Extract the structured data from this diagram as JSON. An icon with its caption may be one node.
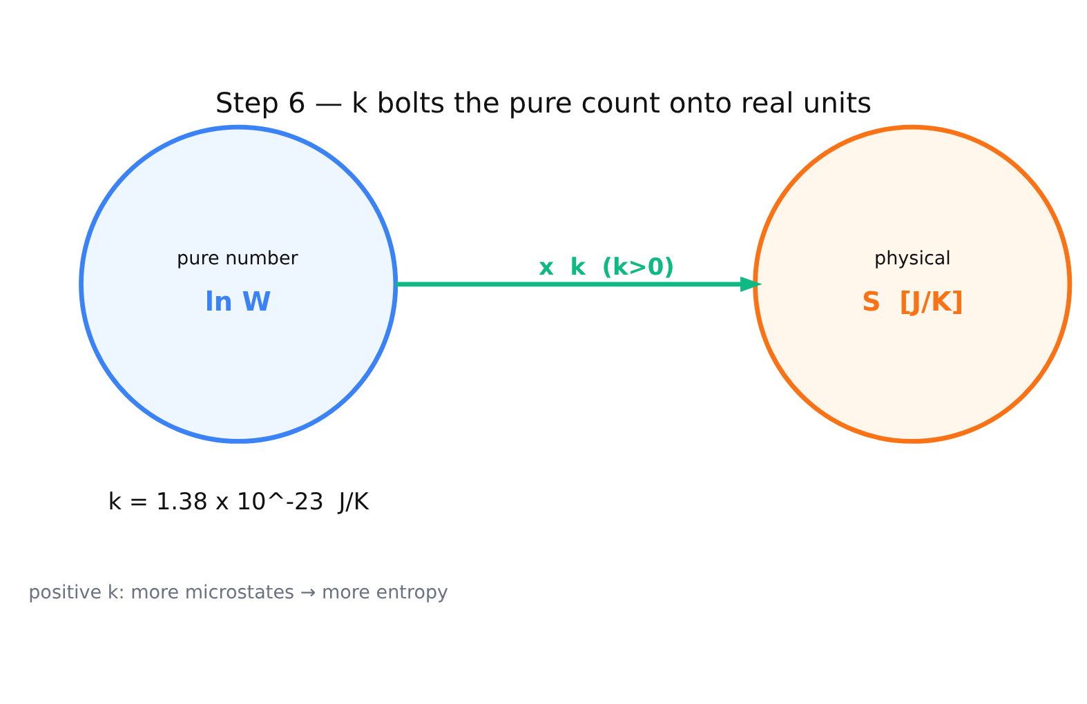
{
  "diagram": {
    "title": "Step 6 — k bolts the pure count onto real units",
    "nodes": [
      {
        "text": [
          "pure number",
          "ln W"
        ]
      },
      {
        "text": [
          "physical",
          "S  [J/K]"
        ]
      }
    ],
    "edges": [
      {
        "from": 0,
        "to": 1,
        "label": "x  k  (k>0)",
        "arrow": "to",
        "color": "#10b981"
      }
    ],
    "labels": [
      "k = 1.38 x 10^-23  J/K",
      "positive k: more microstates → more entropy"
    ]
  }
}
